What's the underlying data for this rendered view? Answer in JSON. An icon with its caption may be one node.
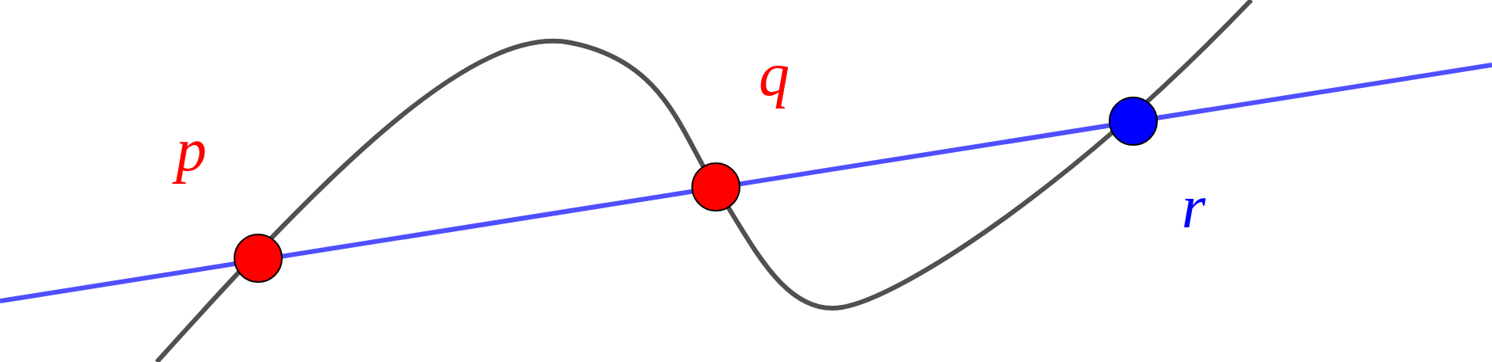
{
  "diagram": {
    "nodes": [
      {
        "text": [],
        "shape": "circle",
        "beside": [
          "p"
        ]
      },
      {
        "text": [],
        "shape": "circle",
        "beside": [
          "q"
        ]
      },
      {
        "text": [],
        "shape": "circle",
        "beside": [
          "r"
        ]
      }
    ]
  }
}
